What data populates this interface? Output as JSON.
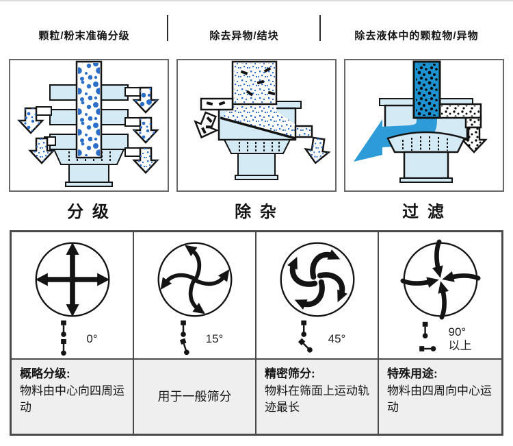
{
  "header": {
    "items": [
      "颗粒/粉末准确分级",
      "除去异物/结块",
      "除去液体中的颗粒物/异物"
    ]
  },
  "panels": [
    {
      "caption": "分 级",
      "illustration": "multi-deck-grading-sieve"
    },
    {
      "caption": "除 杂",
      "illustration": "impurity-removal-sieve"
    },
    {
      "caption": "过 滤",
      "illustration": "liquid-filtration-sieve"
    }
  ],
  "motion_table": {
    "columns": [
      {
        "icon": "four-way-outward-arrows",
        "angle": "0°",
        "angle2": "",
        "title": "概略分级:",
        "desc": "物料由中心向四周运动"
      },
      {
        "icon": "gentle-pinwheel-arrows",
        "angle": "15°",
        "angle2": "",
        "title": "",
        "desc": "用于一般筛分"
      },
      {
        "icon": "strong-pinwheel-arrows",
        "angle": "45°",
        "angle2": "",
        "title": "精密筛分:",
        "desc": "物料在筛面上运动轨迹最长"
      },
      {
        "icon": "inward-arrows",
        "angle": "90°",
        "angle2": "以上",
        "title": "特殊用途:",
        "desc": "物料由四周向中心运动"
      }
    ]
  },
  "colors": {
    "dot_blue": "#2b6fc8",
    "machine_blue": "#d4eaf5",
    "liquid_blue": "#2d9bd8",
    "inlet_blue": "#1e93d2",
    "ink": "#141414",
    "table_border": "#4a4a4a"
  }
}
